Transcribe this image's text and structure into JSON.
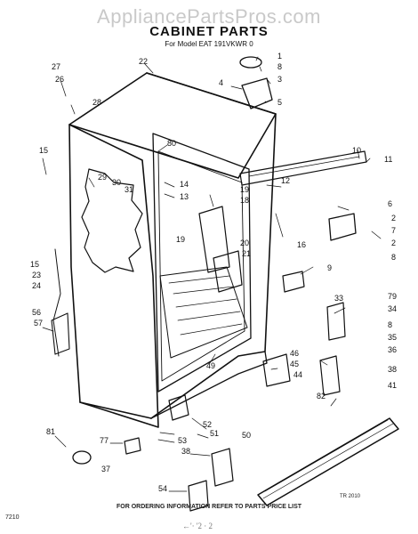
{
  "watermark": "AppliancePartsPros.com",
  "title": "CABINET PARTS",
  "subtitle": "For Model EAT 191VKWR 0",
  "footer": "FOR ORDERING INFORMATION REFER TO PARTS PRICE LIST",
  "code_left": "7210",
  "code_right": "TR 2010",
  "scrawl": "←'· '2 · 2",
  "callouts": [
    {
      "id": "27",
      "label": "27"
    },
    {
      "id": "26",
      "label": "26"
    },
    {
      "id": "28",
      "label": "28"
    },
    {
      "id": "22",
      "label": "22"
    },
    {
      "id": "1",
      "label": "1"
    },
    {
      "id": "8a",
      "label": "8"
    },
    {
      "id": "4",
      "label": "4"
    },
    {
      "id": "3",
      "label": "3"
    },
    {
      "id": "5",
      "label": "5"
    },
    {
      "id": "80",
      "label": "80"
    },
    {
      "id": "15a",
      "label": "15"
    },
    {
      "id": "29",
      "label": "29"
    },
    {
      "id": "30",
      "label": "30"
    },
    {
      "id": "31",
      "label": "31"
    },
    {
      "id": "14",
      "label": "14"
    },
    {
      "id": "13",
      "label": "13"
    },
    {
      "id": "10",
      "label": "10"
    },
    {
      "id": "11",
      "label": "11"
    },
    {
      "id": "12",
      "label": "12"
    },
    {
      "id": "19a",
      "label": "19"
    },
    {
      "id": "18",
      "label": "18"
    },
    {
      "id": "6",
      "label": "6"
    },
    {
      "id": "2a",
      "label": "2"
    },
    {
      "id": "7",
      "label": "7"
    },
    {
      "id": "2b",
      "label": "2"
    },
    {
      "id": "8b",
      "label": "8"
    },
    {
      "id": "16",
      "label": "16"
    },
    {
      "id": "19b",
      "label": "19"
    },
    {
      "id": "20",
      "label": "20"
    },
    {
      "id": "21",
      "label": "21"
    },
    {
      "id": "15b",
      "label": "15"
    },
    {
      "id": "23",
      "label": "23"
    },
    {
      "id": "24",
      "label": "24"
    },
    {
      "id": "9",
      "label": "9"
    },
    {
      "id": "33",
      "label": "33"
    },
    {
      "id": "79",
      "label": "79"
    },
    {
      "id": "34",
      "label": "34"
    },
    {
      "id": "56",
      "label": "56"
    },
    {
      "id": "57",
      "label": "57"
    },
    {
      "id": "8c",
      "label": "8"
    },
    {
      "id": "35",
      "label": "35"
    },
    {
      "id": "36",
      "label": "36"
    },
    {
      "id": "46",
      "label": "46"
    },
    {
      "id": "45",
      "label": "45"
    },
    {
      "id": "44",
      "label": "44"
    },
    {
      "id": "38a",
      "label": "38"
    },
    {
      "id": "49",
      "label": "49"
    },
    {
      "id": "41",
      "label": "41"
    },
    {
      "id": "82",
      "label": "82"
    },
    {
      "id": "52",
      "label": "52"
    },
    {
      "id": "51",
      "label": "51"
    },
    {
      "id": "50",
      "label": "50"
    },
    {
      "id": "53",
      "label": "53"
    },
    {
      "id": "81",
      "label": "81"
    },
    {
      "id": "77",
      "label": "77"
    },
    {
      "id": "37",
      "label": "37"
    },
    {
      "id": "38b",
      "label": "38"
    },
    {
      "id": "54",
      "label": "54"
    }
  ]
}
